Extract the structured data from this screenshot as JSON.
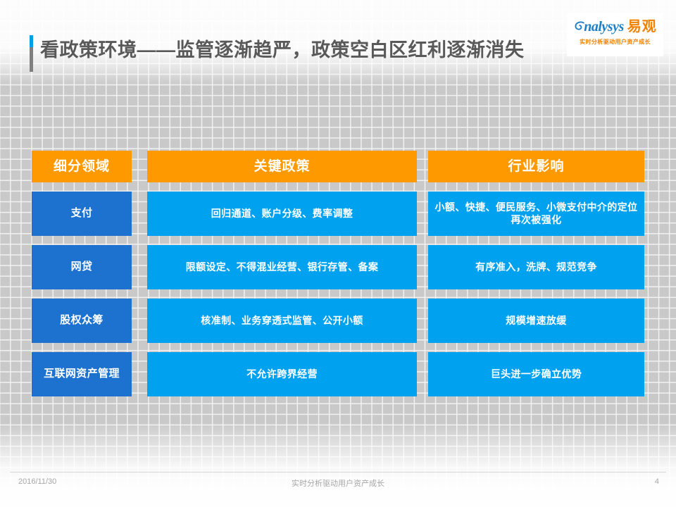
{
  "slide": {
    "title": "看政策环境——监管逐渐趋严，政策空白区红利逐渐消失",
    "accent_color_top": "#00A0E9",
    "accent_color_bottom": "#7F7F7F",
    "background_grid_color": "#C9C9C9",
    "grid_line_color": "#F2F2F2"
  },
  "logo": {
    "brand_en": "nalysys",
    "brand_cn": "易观",
    "tagline": "实时分析驱动用户资产成长",
    "brand_en_color": "#1F7FC4",
    "brand_cn_color": "#F08200"
  },
  "table": {
    "header_color": "#FF9900",
    "col1_color": "#1C72CE",
    "cell_color": "#00A2F0",
    "headers": [
      "细分领域",
      "关键政策",
      "行业影响"
    ],
    "rows": [
      {
        "segment": "支付",
        "policy": "回归通道、账户分级、费率调整",
        "impact": "小额、快捷、便民服务、小微支付中介的定位再次被强化"
      },
      {
        "segment": "网贷",
        "policy": "限额设定、不得混业经营、银行存管、备案",
        "impact": "有序准入，洗牌、规范竞争"
      },
      {
        "segment": "股权众筹",
        "policy": "核准制、业务穿透式监管、公开小额",
        "impact": "规模增速放缓"
      },
      {
        "segment": "互联网资产管理",
        "policy": "不允许跨界经营",
        "impact": "巨头进一步确立优势"
      }
    ]
  },
  "footer": {
    "date": "2016/11/30",
    "center_text": "实时分析驱动用户资产成长",
    "page_number": "4"
  }
}
